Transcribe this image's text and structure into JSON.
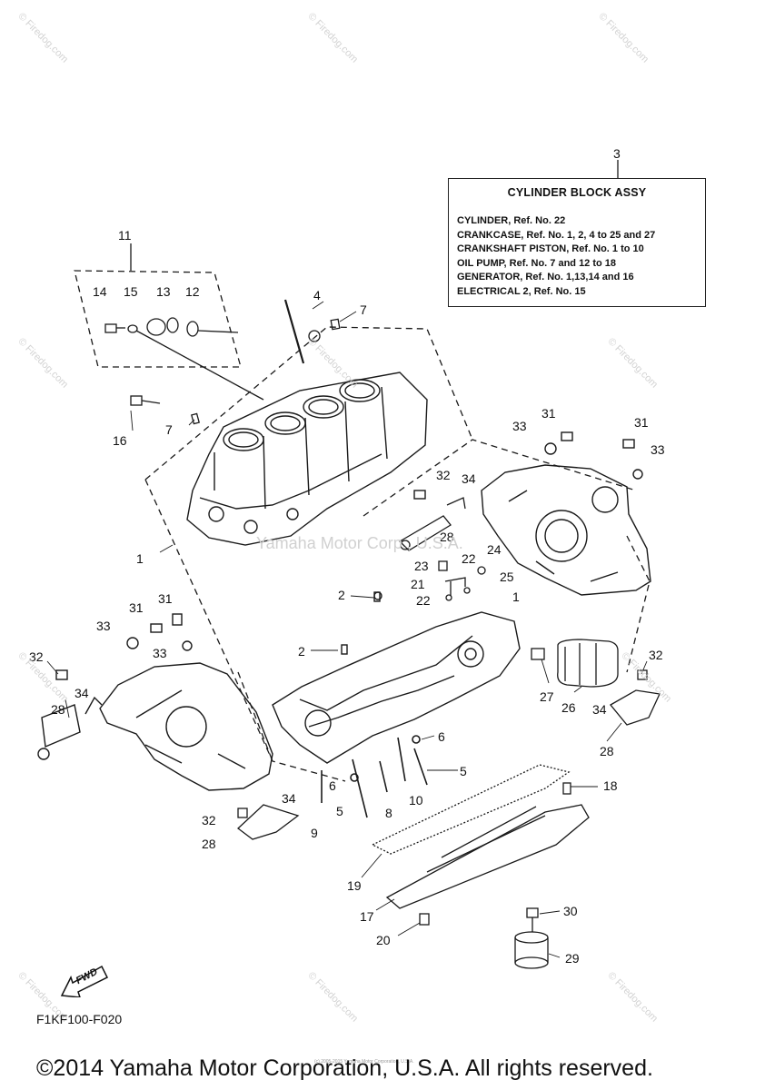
{
  "assembly": {
    "title": "CYLINDER BLOCK ASSY",
    "lines": [
      "CYLINDER, Ref. No. 22",
      "CRANKCASE, Ref. No. 1, 2, 4 to 25 and 27",
      "CRANKSHAFT PISTON, Ref. No. 1 to 10",
      "OIL PUMP, Ref. No. 7 and 12 to 18",
      "GENERATOR, Ref. No. 1,13,14 and 16",
      "ELECTRICAL 2, Ref. No. 15"
    ]
  },
  "callouts": [
    {
      "id": "c3",
      "label": "3"
    },
    {
      "id": "c11",
      "label": "11"
    },
    {
      "id": "c14",
      "label": "14"
    },
    {
      "id": "c15",
      "label": "15"
    },
    {
      "id": "c13",
      "label": "13"
    },
    {
      "id": "c12",
      "label": "12"
    },
    {
      "id": "c4",
      "label": "4"
    },
    {
      "id": "c7a",
      "label": "7"
    },
    {
      "id": "c16",
      "label": "16"
    },
    {
      "id": "c7b",
      "label": "7"
    },
    {
      "id": "c33a",
      "label": "33"
    },
    {
      "id": "c31a",
      "label": "31"
    },
    {
      "id": "c31b",
      "label": "31"
    },
    {
      "id": "c33b",
      "label": "33"
    },
    {
      "id": "c32a",
      "label": "32"
    },
    {
      "id": "c34a",
      "label": "34"
    },
    {
      "id": "c28a",
      "label": "28"
    },
    {
      "id": "c1a",
      "label": "1"
    },
    {
      "id": "c24",
      "label": "24"
    },
    {
      "id": "c23",
      "label": "23"
    },
    {
      "id": "c22a",
      "label": "22"
    },
    {
      "id": "c25",
      "label": "25"
    },
    {
      "id": "c21",
      "label": "21"
    },
    {
      "id": "c2a",
      "label": "2"
    },
    {
      "id": "c22b",
      "label": "22"
    },
    {
      "id": "c1b",
      "label": "1"
    },
    {
      "id": "c31c",
      "label": "31"
    },
    {
      "id": "c31d",
      "label": "31"
    },
    {
      "id": "c33c",
      "label": "33"
    },
    {
      "id": "c33d",
      "label": "33"
    },
    {
      "id": "c32b",
      "label": "32"
    },
    {
      "id": "c2b",
      "label": "2"
    },
    {
      "id": "c32c",
      "label": "32"
    },
    {
      "id": "c27",
      "label": "27"
    },
    {
      "id": "c26",
      "label": "26"
    },
    {
      "id": "c34b",
      "label": "34"
    },
    {
      "id": "c34c",
      "label": "34"
    },
    {
      "id": "c28b",
      "label": "28"
    },
    {
      "id": "c28c",
      "label": "28"
    },
    {
      "id": "c6a",
      "label": "6"
    },
    {
      "id": "c6b",
      "label": "6"
    },
    {
      "id": "c5a",
      "label": "5"
    },
    {
      "id": "c5b",
      "label": "5"
    },
    {
      "id": "c8",
      "label": "8"
    },
    {
      "id": "c10",
      "label": "10"
    },
    {
      "id": "c9",
      "label": "9"
    },
    {
      "id": "c18",
      "label": "18"
    },
    {
      "id": "c34d",
      "label": "34"
    },
    {
      "id": "c32d",
      "label": "32"
    },
    {
      "id": "c28d",
      "label": "28"
    },
    {
      "id": "c19",
      "label": "19"
    },
    {
      "id": "c17",
      "label": "17"
    },
    {
      "id": "c30",
      "label": "30"
    },
    {
      "id": "c20",
      "label": "20"
    },
    {
      "id": "c29",
      "label": "29"
    }
  ],
  "fwd_label": "FWD",
  "diagram_code": "F1KF100-F020",
  "center_watermark": "Yamaha Motor Corp., U.S.A.",
  "watermark_text": "© Firedog.com",
  "small_print": "(c) 2005-2015 Yamaha Motor Corporation, U.S.A.",
  "copyright": "©2014 Yamaha Motor Corporation, U.S.A. All rights reserved."
}
